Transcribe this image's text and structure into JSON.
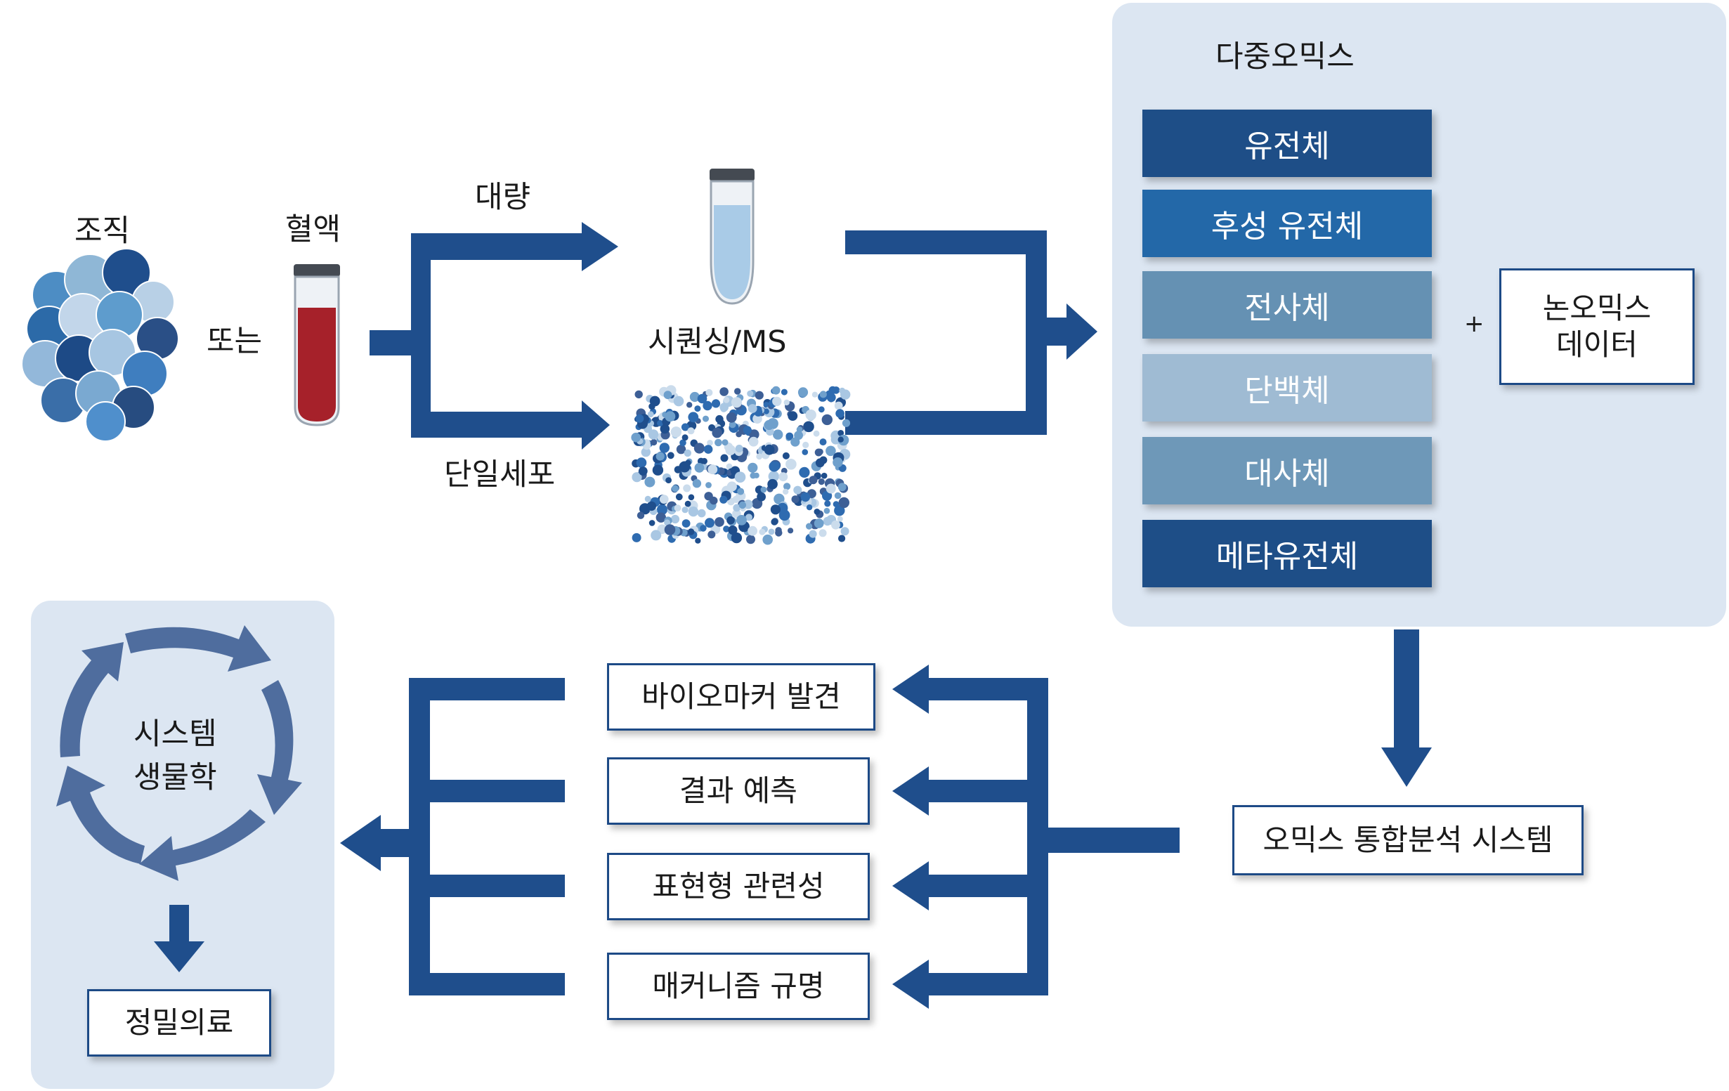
{
  "inputs": {
    "tissue": "조직",
    "or": "또는",
    "blood": "혈액"
  },
  "branches": {
    "bulk": "대량",
    "single_cell": "단일세포"
  },
  "method": "시퀀싱/MS",
  "multiomics": {
    "title": "다중오믹스",
    "layers": [
      {
        "label": "유전체",
        "color": "#1e4e87"
      },
      {
        "label": "후성 유전체",
        "color": "#2368a8"
      },
      {
        "label": "전사체",
        "color": "#6591b3"
      },
      {
        "label": "단백체",
        "color": "#9fbbd3"
      },
      {
        "label": "대사체",
        "color": "#6e98b8"
      },
      {
        "label": "메타유전체",
        "color": "#1e4e87"
      }
    ],
    "plus": "+",
    "non_omics": "논오믹스\n데이터"
  },
  "integration": "오믹스 통합분석 시스템",
  "outcomes": [
    "바이오마커 발견",
    "결과 예측",
    "표현형 관련성",
    "매커니즘 규명"
  ],
  "systems_biology": "시스템\n생물학",
  "precision_medicine": "정밀의료",
  "colors": {
    "arrow": "#1f4e8c",
    "panel": "#dce6f2",
    "box_border": "#1d4a86"
  }
}
